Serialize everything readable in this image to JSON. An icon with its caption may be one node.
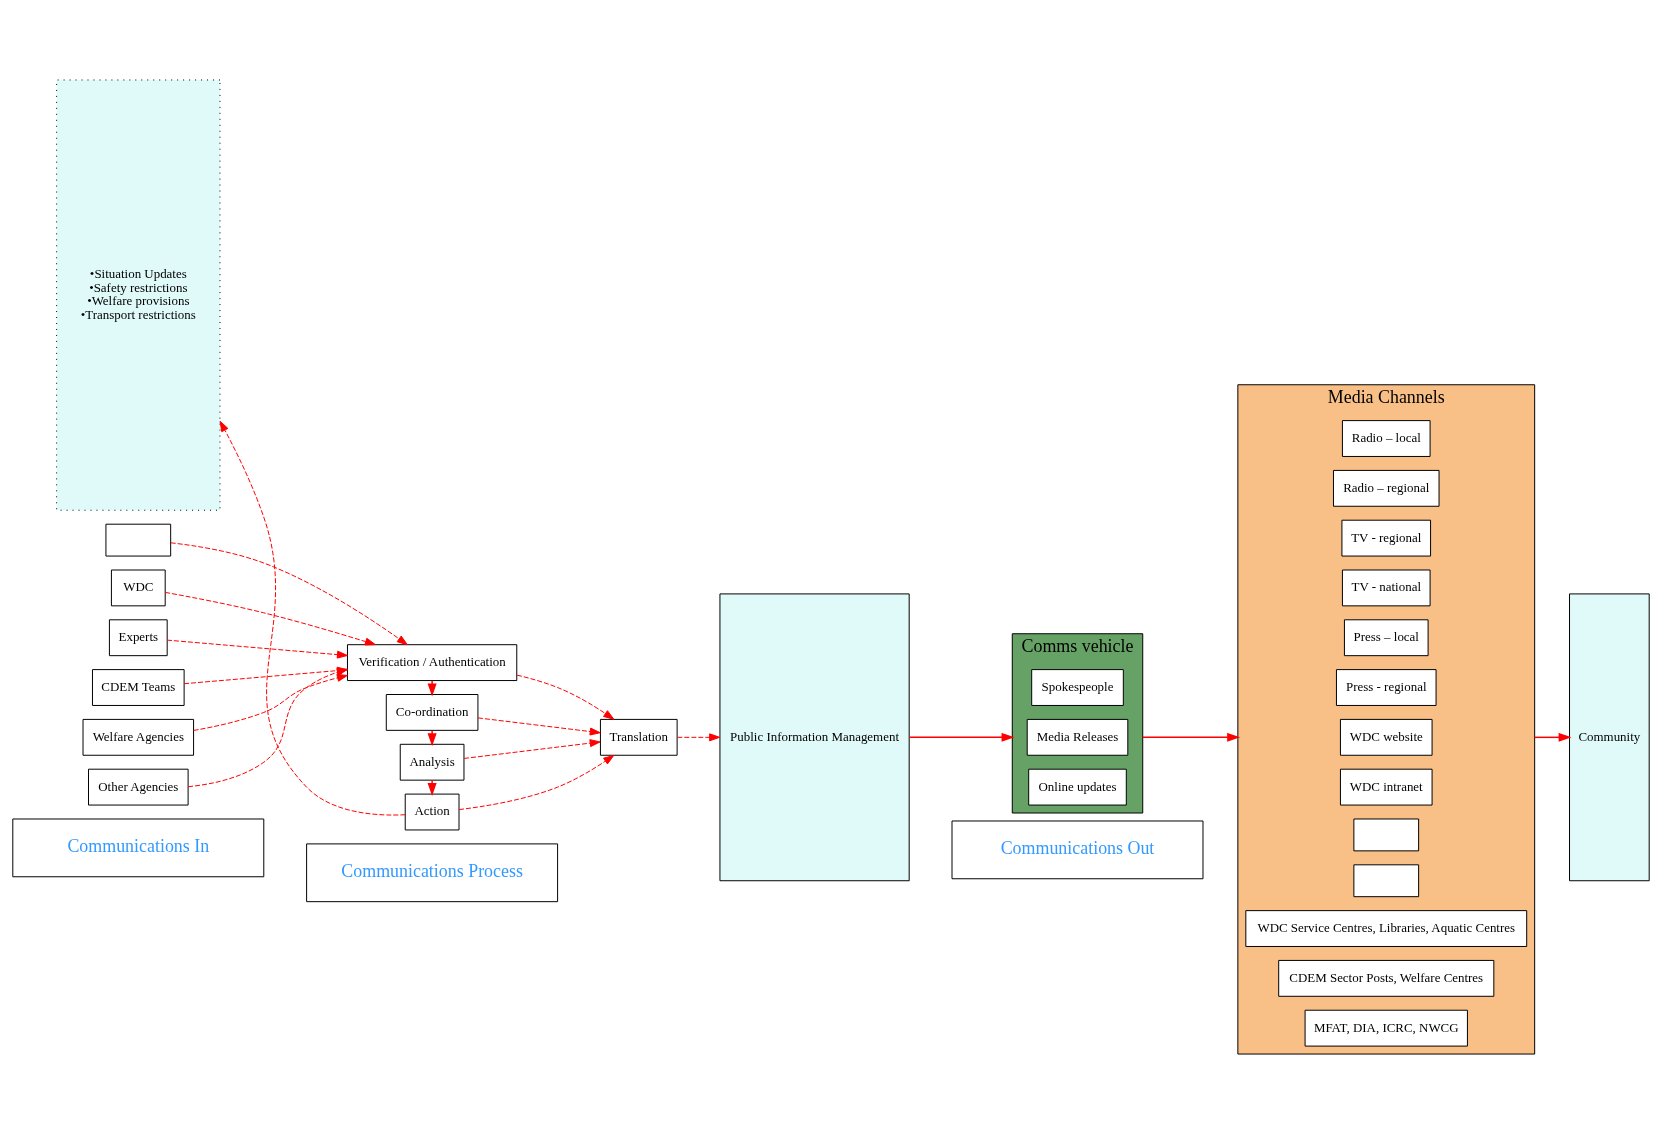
{
  "diagram": {
    "nodes": [
      {
        "text": [
          "Communications In"
        ]
      },
      {
        "text": [
          "Communications Process"
        ]
      },
      {
        "text": [
          "Communications Out"
        ]
      },
      {
        "text": [
          "•Situation Updates",
          "•Safety restrictions",
          "•Welfare provisions",
          "•Transport restrictions"
        ]
      },
      {
        "text": [],
        "shape": "box"
      },
      {
        "text": [
          "WDC"
        ]
      },
      {
        "text": [
          "Experts"
        ]
      },
      {
        "text": [
          "CDEM Teams"
        ]
      },
      {
        "text": [
          "Welfare Agencies"
        ]
      },
      {
        "text": [
          "Other Agencies"
        ]
      },
      {
        "text": [
          "Verification / Authentication"
        ]
      },
      {
        "text": [
          "Co-ordination"
        ]
      },
      {
        "text": [
          "Analysis"
        ]
      },
      {
        "text": [
          "Action"
        ]
      },
      {
        "text": [
          "Translation"
        ]
      },
      {
        "text": [
          "Public Information Management"
        ]
      },
      {
        "text": [
          "Comms vehicle"
        ]
      },
      {
        "text": [
          "Spokespeople"
        ],
        "in": 16
      },
      {
        "text": [
          "Media Releases"
        ],
        "in": 16
      },
      {
        "text": [
          "Online updates"
        ],
        "in": 16
      },
      {
        "text": [
          "Media Channels"
        ]
      },
      {
        "text": [
          "Radio – local"
        ],
        "in": 20
      },
      {
        "text": [
          "Radio – regional"
        ],
        "in": 20
      },
      {
        "text": [
          "TV - regional"
        ],
        "in": 20
      },
      {
        "text": [
          "TV - national"
        ],
        "in": 20
      },
      {
        "text": [
          "Press – local"
        ],
        "in": 20
      },
      {
        "text": [
          "Press - regional"
        ],
        "in": 20
      },
      {
        "text": [
          "WDC website"
        ],
        "in": 20
      },
      {
        "text": [
          "WDC intranet"
        ],
        "in": 20
      },
      {
        "text": [],
        "shape": "box",
        "in": 20
      },
      {
        "text": [],
        "shape": "box",
        "in": 20
      },
      {
        "text": [
          "WDC Service Centres, Libraries, Aquatic Centres"
        ],
        "in": 20
      },
      {
        "text": [
          "CDEM Sector Posts, Welfare Centres"
        ],
        "in": 20
      },
      {
        "text": [
          "MFAT, DIA, ICRC, NWCG"
        ],
        "in": 20
      },
      {
        "text": [
          "Community"
        ]
      }
    ],
    "edges": [
      {
        "from": 4,
        "to": 10,
        "arrow": "to",
        "style": "dashed"
      },
      {
        "from": 5,
        "to": 10,
        "arrow": "to",
        "style": "dashed"
      },
      {
        "from": 6,
        "to": 10,
        "arrow": "to",
        "style": "dashed"
      },
      {
        "from": 7,
        "to": 10,
        "arrow": "to",
        "style": "dashed"
      },
      {
        "from": 8,
        "to": 10,
        "arrow": "to",
        "style": "dashed"
      },
      {
        "from": 9,
        "to": 10,
        "arrow": "to",
        "style": "dashed"
      },
      {
        "from": 10,
        "to": 11,
        "arrow": "to"
      },
      {
        "from": 11,
        "to": 12,
        "arrow": "to"
      },
      {
        "from": 12,
        "to": 13,
        "arrow": "to"
      },
      {
        "from": 10,
        "to": 14,
        "arrow": "to",
        "style": "dashed"
      },
      {
        "from": 11,
        "to": 14,
        "arrow": "to",
        "style": "dashed"
      },
      {
        "from": 12,
        "to": 14,
        "arrow": "to",
        "style": "dashed"
      },
      {
        "from": 13,
        "to": 14,
        "arrow": "to",
        "style": "dashed"
      },
      {
        "from": 13,
        "to": 3,
        "arrow": "to",
        "style": "dashed"
      },
      {
        "from": 14,
        "to": 15,
        "arrow": "to",
        "style": "dashed"
      },
      {
        "from": 15,
        "to": 16,
        "arrow": "to"
      },
      {
        "from": 16,
        "to": 20,
        "arrow": "to"
      },
      {
        "from": 20,
        "to": 34,
        "arrow": "to"
      }
    ]
  }
}
